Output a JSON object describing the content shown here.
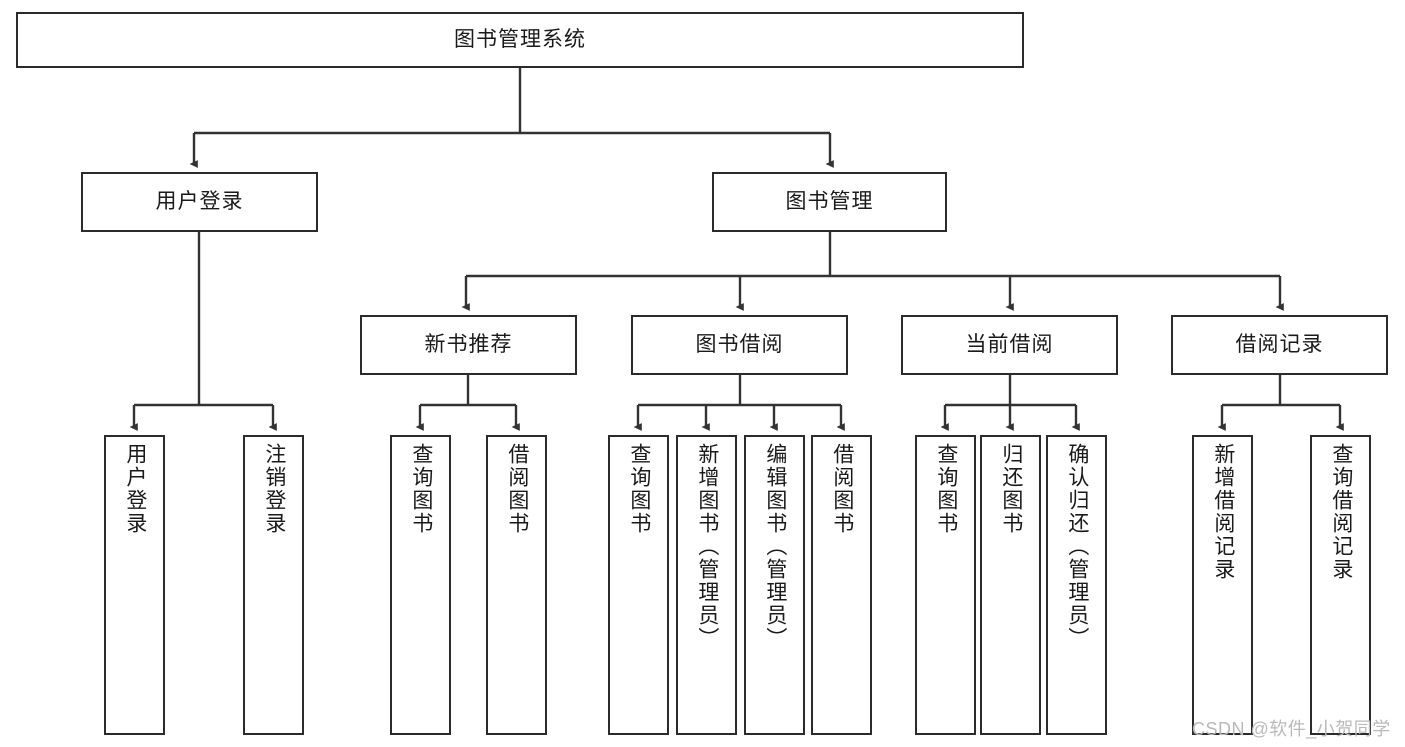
{
  "diagram": {
    "type": "tree",
    "title": "图书管理系统",
    "watermark": "CSDN @软件_小贺同学",
    "colors": {
      "border": "#2b2b2b",
      "background": "#ffffff",
      "text": "#1a1a1a",
      "edge": "#333333",
      "watermark": "#b9b9b9"
    },
    "root": {
      "label": "图书管理系统"
    },
    "level2": [
      {
        "label": "用户登录"
      },
      {
        "label": "图书管理"
      }
    ],
    "level3": [
      {
        "label": "新书推荐"
      },
      {
        "label": "图书借阅"
      },
      {
        "label": "当前借阅"
      },
      {
        "label": "借阅记录"
      }
    ],
    "leaves": {
      "user_login": [
        {
          "label": "用户登录"
        },
        {
          "label": "注销登录"
        }
      ],
      "new_book_recommend": [
        {
          "label": "查询图书"
        },
        {
          "label": "借阅图书"
        }
      ],
      "book_borrow": [
        {
          "label": "查询图书"
        },
        {
          "label": "新增图书（管理员）"
        },
        {
          "label": "编辑图书（管理员）"
        },
        {
          "label": "借阅图书"
        }
      ],
      "current_borrow": [
        {
          "label": "查询图书"
        },
        {
          "label": "归还图书"
        },
        {
          "label": "确认归还（管理员）"
        }
      ],
      "borrow_record": [
        {
          "label": "新增借阅记录"
        },
        {
          "label": "查询借阅记录"
        }
      ]
    }
  }
}
